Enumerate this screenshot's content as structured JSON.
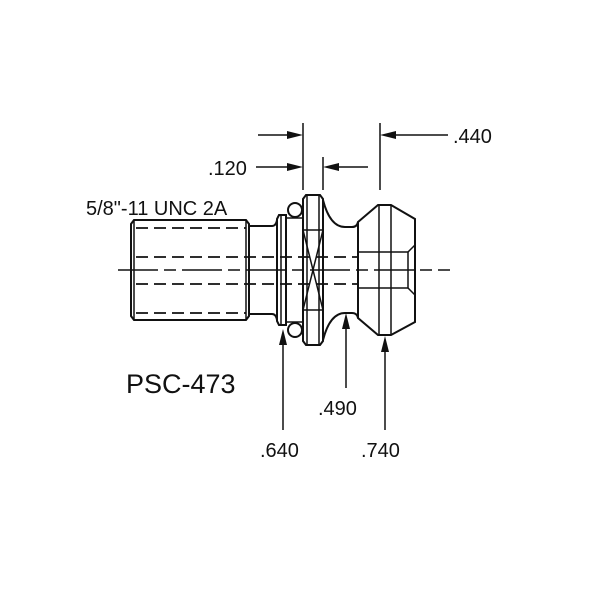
{
  "part_number": "PSC-473",
  "thread_spec": "5/8\"-11 UNC 2A",
  "dimensions": {
    "flange_width": ".120",
    "head_length": ".440",
    "oring_diameter": ".640",
    "neck_diameter": ".490",
    "head_diameter": ".740"
  }
}
